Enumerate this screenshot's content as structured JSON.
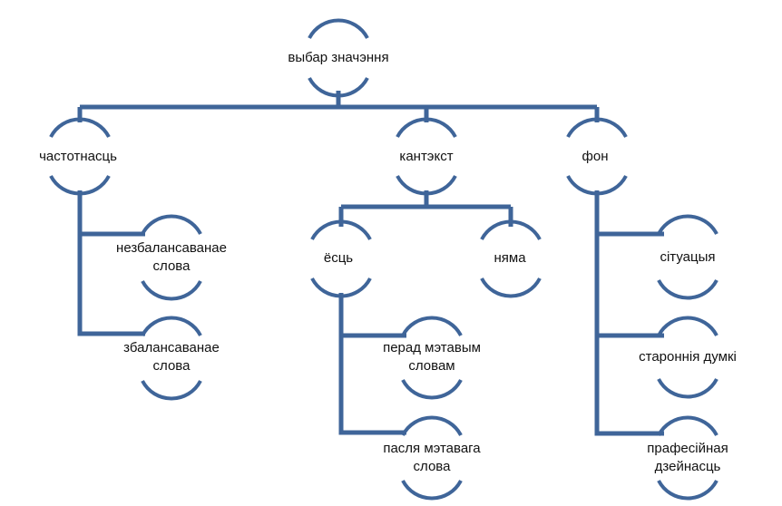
{
  "diagram": {
    "root": "выбар значэння",
    "frequency": {
      "label": "частотнасць",
      "children": [
        "незбалансаванае слова",
        "збалансаванае слова"
      ]
    },
    "context": {
      "label": "кантэкст",
      "children": {
        "yes": "ёсць",
        "no": "няма",
        "yes_children": [
          "перад мэтавым словам",
          "пасля мэтавага слова"
        ]
      }
    },
    "background": {
      "label": "фон",
      "children": [
        "сітуацыя",
        "староннія думкі",
        "прафесійная дзейнасць"
      ]
    }
  },
  "colors": {
    "connector": "#3f6599",
    "text": "#111111"
  }
}
